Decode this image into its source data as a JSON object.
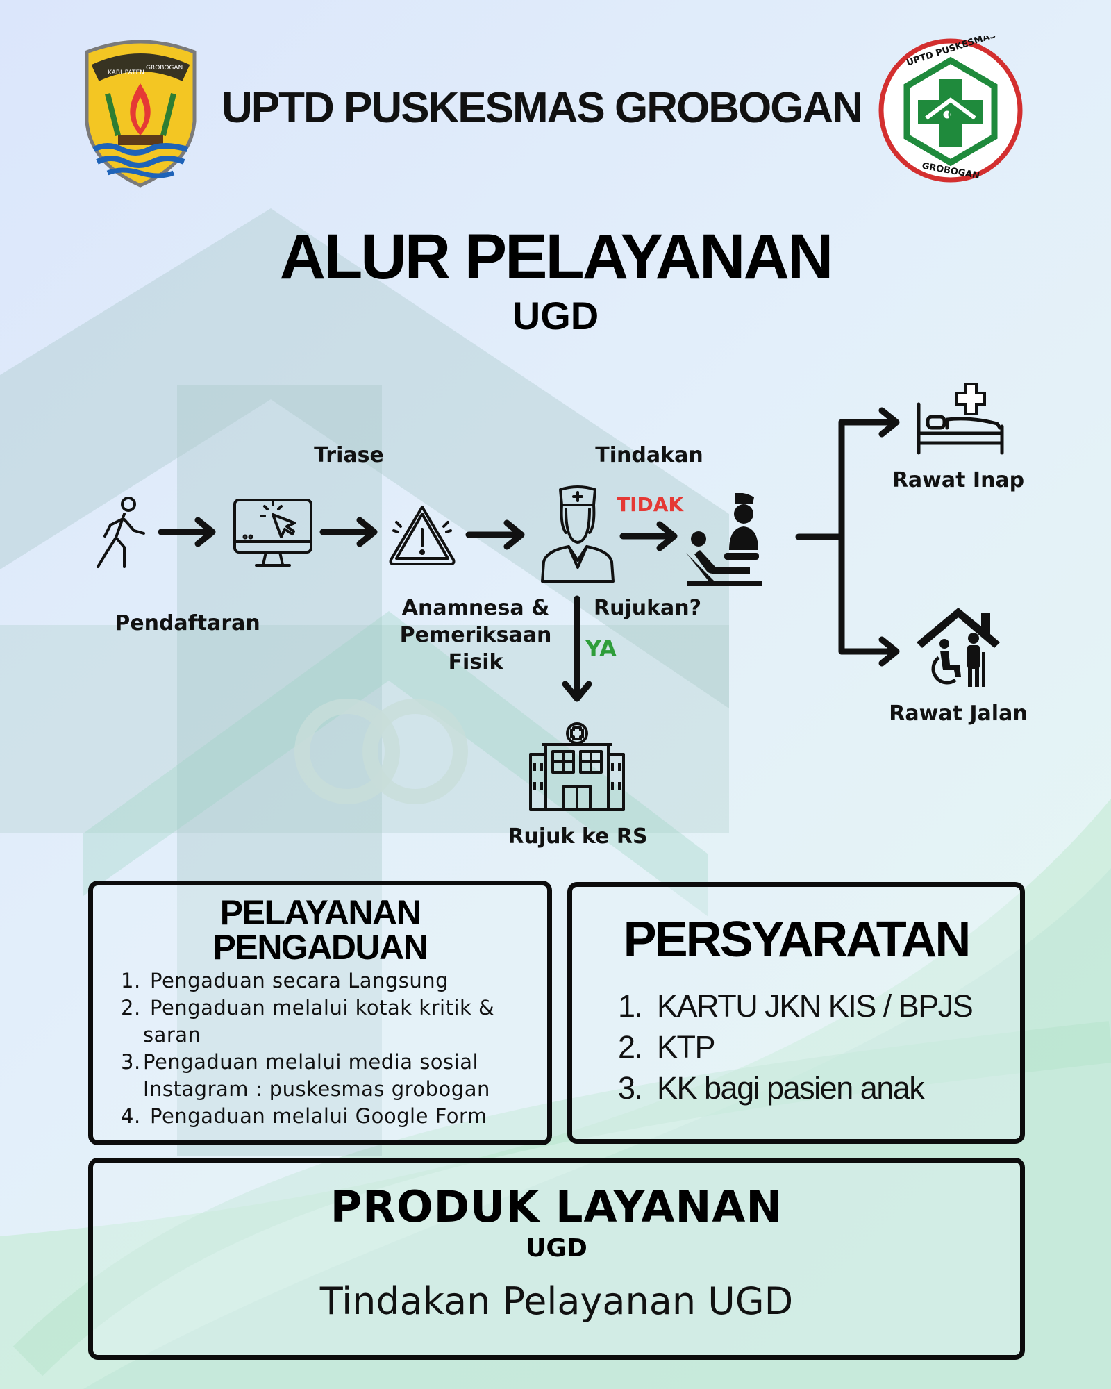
{
  "header": {
    "title": "UPTD PUSKESMAS GROBOGAN",
    "logo_left_top": "KABUPATEN",
    "logo_left_top_right": "GROBOGAN",
    "logo_right_top": "UPTD PUSKESMAS",
    "logo_right_bottom": "GROBOGAN"
  },
  "main": {
    "title": "ALUR PELAYANAN",
    "subtitle": "UGD"
  },
  "flow": {
    "pendaftaran": "Pendaftaran",
    "triase": "Triase",
    "anamnesa_line1": "Anamnesa &",
    "anamnesa_line2": "Pemeriksaan",
    "anamnesa_line3": "Fisik",
    "rujukan": "Rujukan?",
    "tidak": "TIDAK",
    "ya": "YA",
    "tindakan": "Tindakan",
    "rujuk_rs": "Rujuk ke RS",
    "rawat_inap": "Rawat Inap",
    "rawat_jalan": "Rawat Jalan"
  },
  "pengaduan": {
    "title_line1": "PELAYANAN",
    "title_line2": "PENGADUAN",
    "items": [
      {
        "num": "1.",
        "text": "Pengaduan secara Langsung"
      },
      {
        "num": "2.",
        "text": "Pengaduan melalui kotak kritik &",
        "cont": "saran"
      },
      {
        "num": "3.",
        "text": "Pengaduan melalui media sosial",
        "cont": "Instagram : puskesmas grobogan"
      },
      {
        "num": "4.",
        "text": "Pengaduan melalui Google Form"
      }
    ]
  },
  "persyaratan": {
    "title": "PERSYARATAN",
    "items": [
      {
        "num": "1.",
        "text": "KARTU JKN KIS / BPJS"
      },
      {
        "num": "2.",
        "text": "KTP"
      },
      {
        "num": "3.",
        "text": "KK bagi pasien anak"
      }
    ]
  },
  "produk": {
    "title": "PRODUK LAYANAN",
    "subtitle": "UGD",
    "description": "Tindakan Pelayanan UGD"
  },
  "colors": {
    "tidak": "#e53935",
    "ya": "#2e9d3a",
    "logo_green": "#1f8a3c",
    "logo_red": "#d32f2f"
  }
}
